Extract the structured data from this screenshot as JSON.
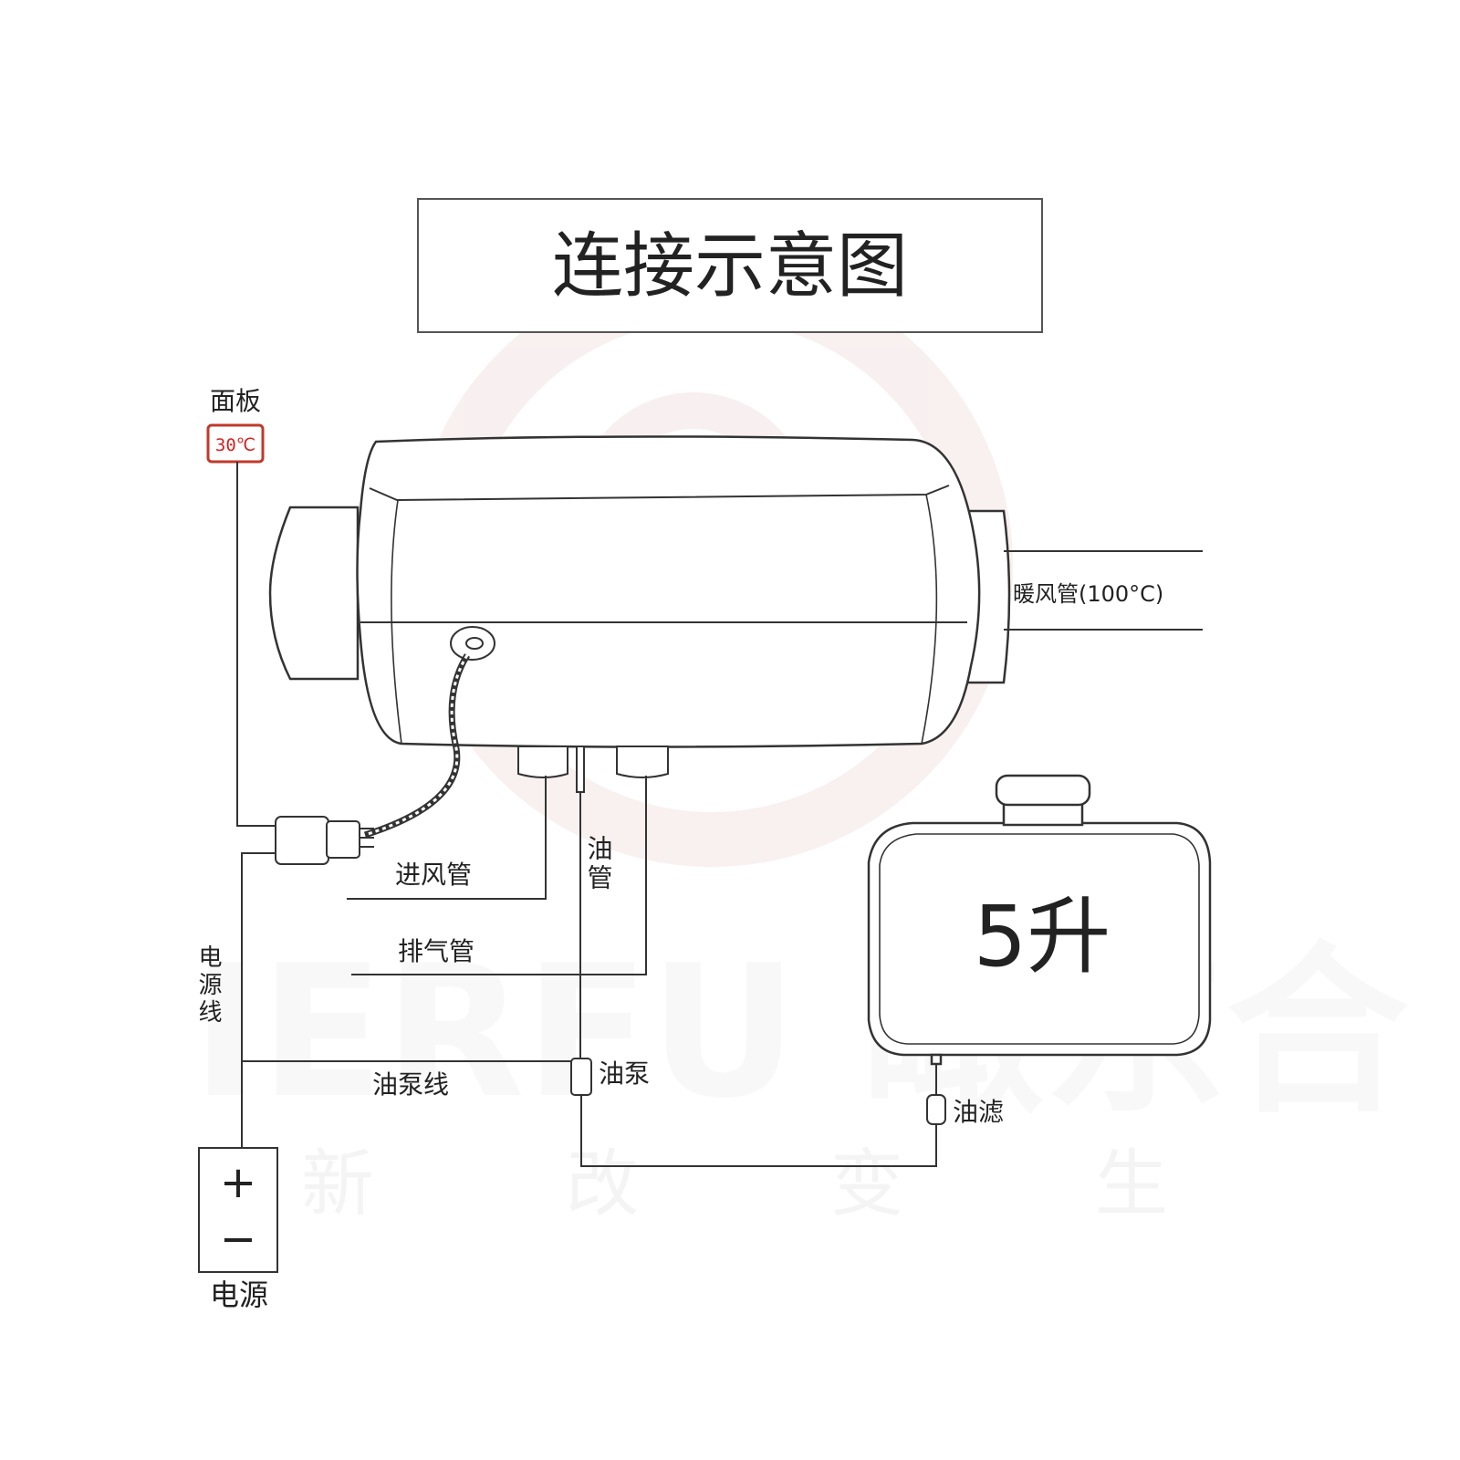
{
  "title": "连接示意图",
  "panel": {
    "label": "面板",
    "display": "30℃"
  },
  "labels": {
    "warm_air_duct": "暖风管(100°C)",
    "air_intake_pipe": "进风管",
    "exhaust_pipe": "排气管",
    "fuel_pipe": "油管",
    "power_cable": "电源线",
    "fuel_pump_wire": "油泵线",
    "fuel_pump": "油泵",
    "fuel_filter": "油滤",
    "power_source": "电源"
  },
  "tank": {
    "capacity": "5升"
  },
  "battery": {
    "plus": "+",
    "minus": "−"
  },
  "watermark": {
    "brand": "IERFU 瞰东合",
    "slogan": [
      "新",
      "改",
      "变",
      "生"
    ]
  },
  "colors": {
    "line": "#333333",
    "panel_border": "#c0392b",
    "panel_text": "#d62020",
    "watermark": "#f2dede"
  }
}
